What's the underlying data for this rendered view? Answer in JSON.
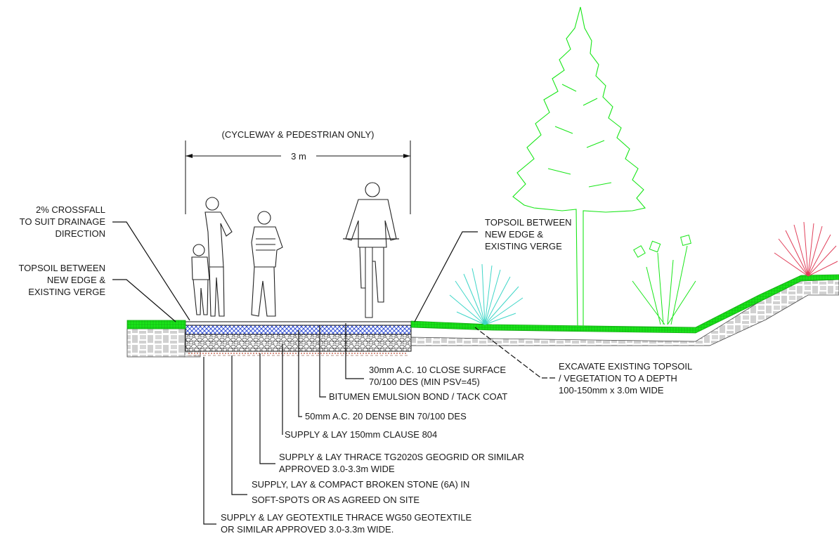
{
  "width_label": "(CYCLEWAY & PEDESTRIAN ONLY)",
  "dimension": "3 m",
  "left_notes": {
    "crossfall": [
      "2% CROSSFALL",
      "TO SUIT DRAINAGE",
      "DIRECTION"
    ],
    "topsoil": [
      "TOPSOIL BETWEEN",
      "NEW EDGE &",
      "EXISTING VERGE"
    ]
  },
  "right_notes": {
    "topsoil": [
      "TOPSOIL BETWEEN",
      "NEW EDGE &",
      "EXISTING VERGE"
    ],
    "excavate": [
      "EXCAVATE EXISTING TOPSOIL",
      "/ VEGETATION TO A DEPTH",
      "100-150mm x 3.0m WIDE"
    ]
  },
  "layer_notes": [
    [
      "30mm A.C. 10 CLOSE SURFACE",
      "70/100 DES (MIN PSV=45)"
    ],
    [
      "BITUMEN EMULSION BOND / TACK COAT"
    ],
    [
      "50mm A.C. 20 DENSE BIN 70/100 DES"
    ],
    [
      "SUPPLY & LAY 150mm CLAUSE 804"
    ],
    [
      "SUPPLY & LAY THRACE TG2020S GEOGRID OR SIMILAR",
      "APPROVED 3.0-3.3m WIDE"
    ],
    [
      "SUPPLY, LAY & COMPACT BROKEN STONE (6A) IN",
      "SOFT-SPOTS OR AS AGREED ON SITE"
    ],
    [
      "SUPPLY & LAY GEOTEXTILE THRACE WG50 GEOTEXTILE",
      "OR SIMILAR APPROVED 3.0-3.3m WIDE."
    ]
  ],
  "colors": {
    "grass": "#19e619",
    "surface_hatch": "#1f3fd1",
    "grass_plant": "#3fd6c8",
    "red_plant": "#e0405a",
    "tree": "#19e619"
  }
}
